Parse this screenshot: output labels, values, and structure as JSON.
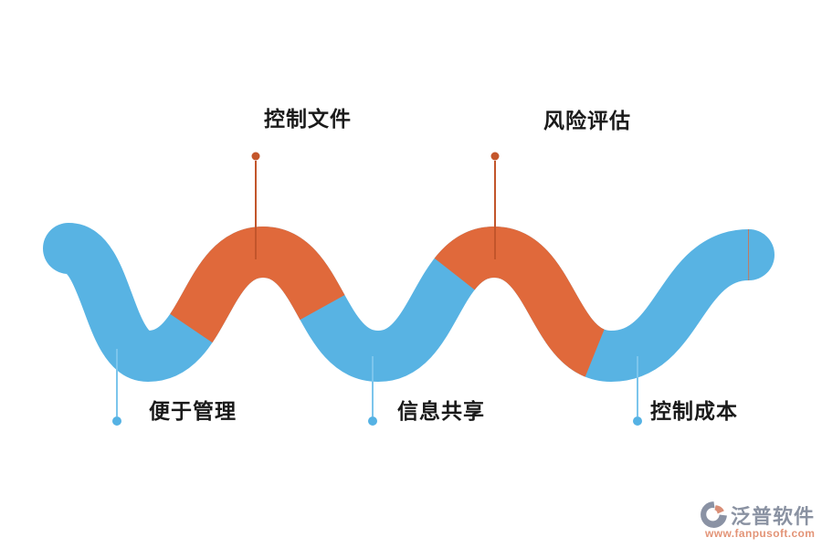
{
  "diagram": {
    "kind": "serpentine-flow-5-steps",
    "background": "#FFFFFF",
    "ribbon_colors": {
      "blue": "#58B3E3",
      "orange": "#E0693B"
    },
    "leader_colors": {
      "orange_line": "#C2552B",
      "orange_dot": "#C4562B",
      "blue_line": "#7CC5EC",
      "blue_dot": "#55B2E4"
    },
    "text_color": "#1A1A1A",
    "steps": [
      {
        "label": "便于管理",
        "segment_color": "blue",
        "label_position": "bottom"
      },
      {
        "label": "控制文件",
        "segment_color": "orange",
        "label_position": "top"
      },
      {
        "label": "信息共享",
        "segment_color": "blue",
        "label_position": "bottom"
      },
      {
        "label": "风险评估",
        "segment_color": "orange",
        "label_position": "top"
      },
      {
        "label": "控制成本",
        "segment_color": "blue",
        "label_position": "bottom"
      }
    ]
  },
  "watermark": {
    "brand": "泛普软件",
    "url": "www.fanpusoft.com",
    "brand_color": "#8A92A2",
    "url_color": "#E39477",
    "logo_primary": "#8A92A4",
    "logo_accent": "#D98E76"
  }
}
